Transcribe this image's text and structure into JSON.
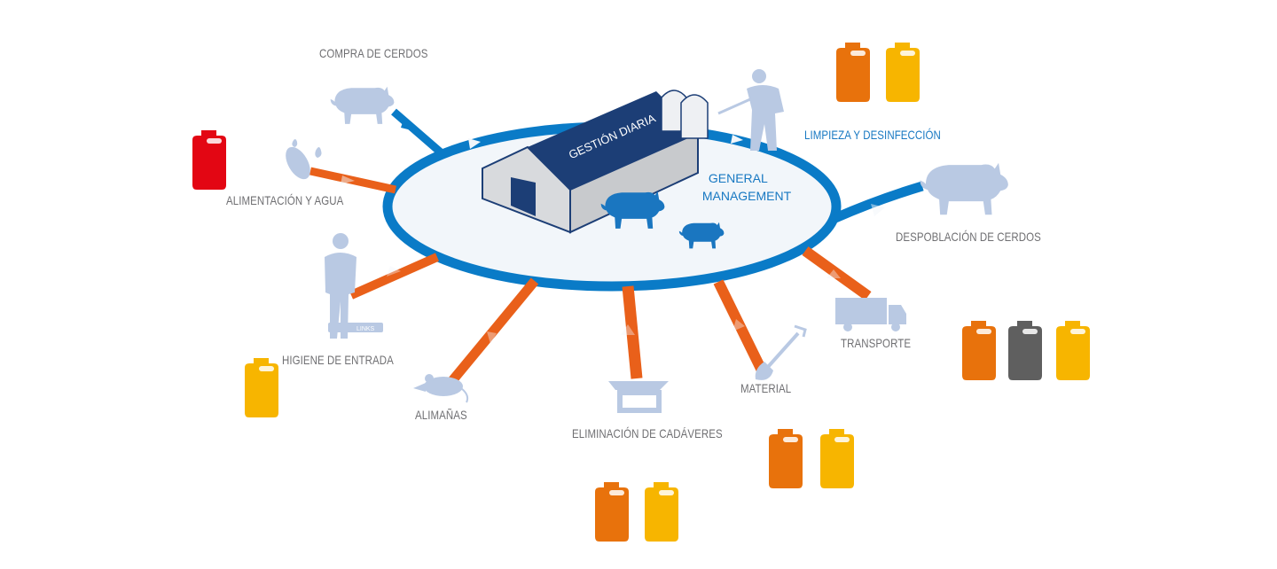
{
  "diagram": {
    "center": {
      "barn_sign": "GESTIÓN DIARIA",
      "general_management": [
        "GENERAL",
        "MANAGEMENT"
      ]
    },
    "nodes": [
      {
        "id": "compra",
        "label": "COMPRA DE CERDOS",
        "icon": "pig-icon"
      },
      {
        "id": "alimentacion",
        "label": "ALIMENTACIÓN Y AGUA",
        "icon": "corn-water-icon"
      },
      {
        "id": "higiene",
        "label": "HIGIENE DE ENTRADA",
        "icon": "person-footbath-icon"
      },
      {
        "id": "alimanas",
        "label": "ALIMAÑAS",
        "icon": "rat-icon"
      },
      {
        "id": "eliminacion",
        "label": "ELIMINACIÓN DE CADÁVERES",
        "icon": "container-icon"
      },
      {
        "id": "material",
        "label": "MATERIAL",
        "icon": "shovel-icon"
      },
      {
        "id": "transporte",
        "label": "TRANSPORTE",
        "icon": "truck-icon"
      },
      {
        "id": "despoblacion",
        "label": "DESPOBLACIÓN DE CERDOS",
        "icon": "pig-icon"
      },
      {
        "id": "limpieza",
        "label": "LIMPIEZA Y DESINFECCIÓN",
        "icon": "worker-sprayer-icon"
      }
    ],
    "footbath_mat_text": "LINKS",
    "colors": {
      "cycle_blue": "#0a7bc7",
      "inner_fill": "#f2f6fa",
      "barn_navy": "#1c3e76",
      "pig_blue": "#1a76c0",
      "silhouette": "#b9c9e3",
      "arrow_orange": "#e9601a",
      "jerrycan_red": "#e30613",
      "jerrycan_orange": "#e8720c",
      "jerrycan_yellow": "#f7b500",
      "jerrycan_gray": "#5f5f5f"
    },
    "jerrycan_groups": [
      {
        "near": "alimentacion",
        "cans": [
          "red"
        ]
      },
      {
        "near": "limpieza",
        "cans": [
          "orange",
          "yellow"
        ]
      },
      {
        "near": "higiene",
        "cans": [
          "yellow"
        ]
      },
      {
        "near": "transporte",
        "cans": [
          "orange",
          "gray",
          "yellow"
        ]
      },
      {
        "near": "material",
        "cans": [
          "orange",
          "yellow"
        ]
      },
      {
        "near": "eliminacion",
        "cans": [
          "orange",
          "yellow"
        ]
      }
    ]
  }
}
